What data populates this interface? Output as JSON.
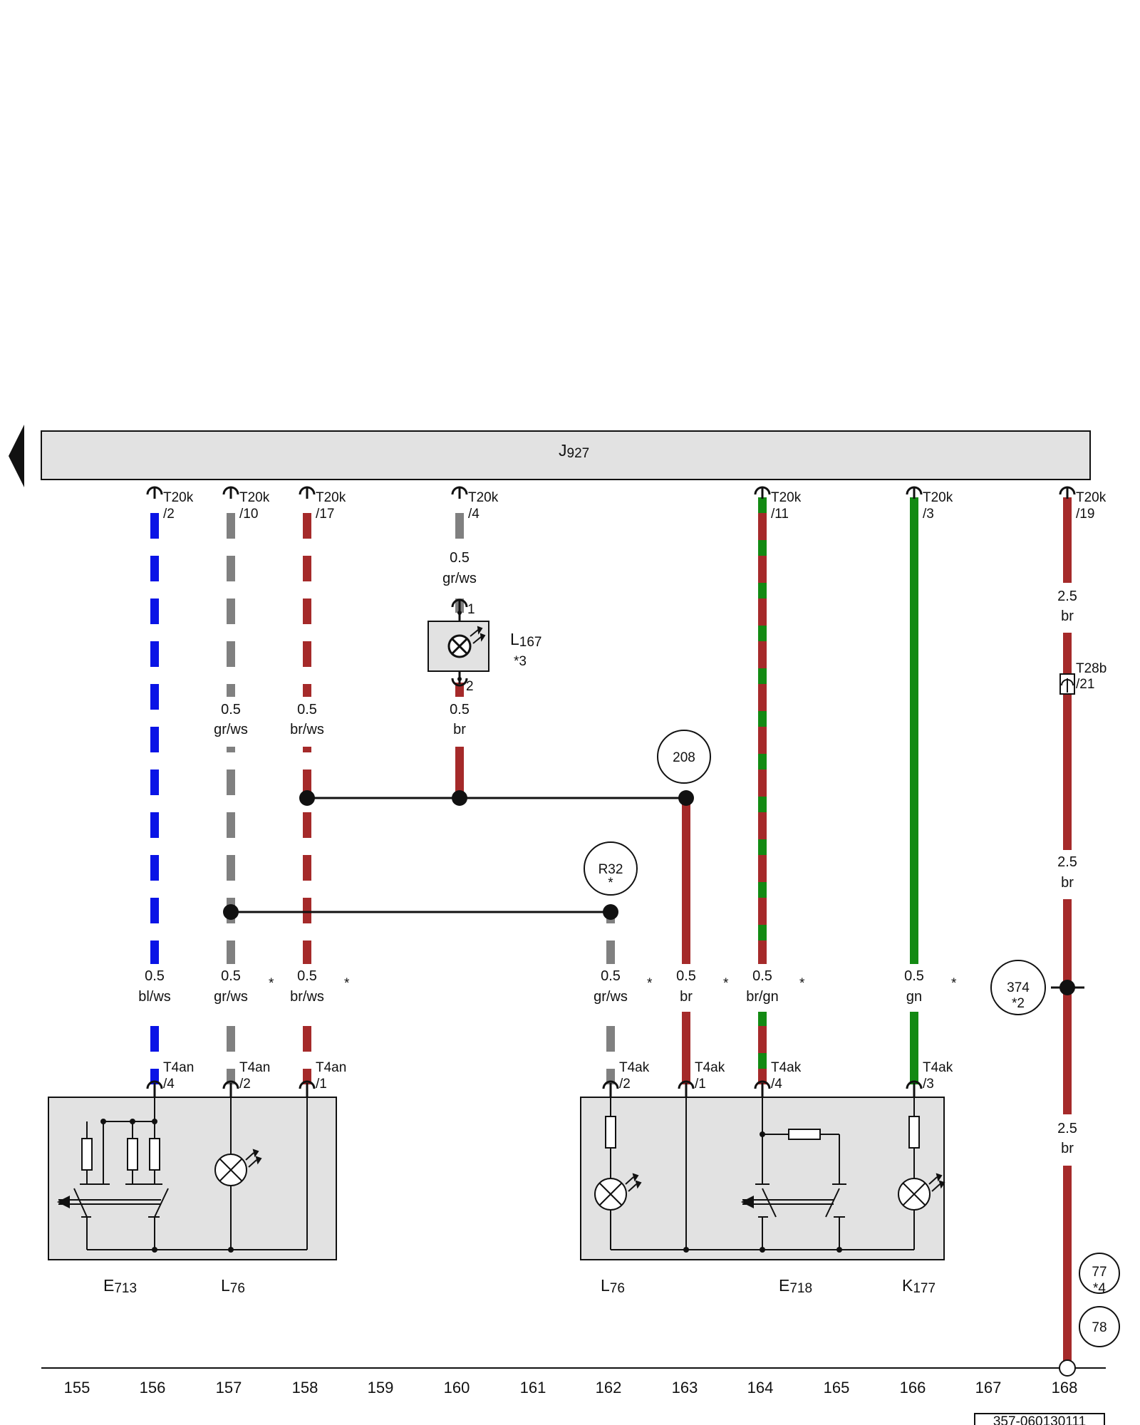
{
  "control_unit": {
    "letter": "J",
    "number": "927"
  },
  "wire_colors": {
    "bl": "#0a14e6",
    "gr": "#808080",
    "br": "#a52a2a",
    "gn": "#138a13",
    "ws": "#ffffff"
  },
  "j927_connectors": [
    {
      "name": "T20k",
      "pin": "/2"
    },
    {
      "name": "T20k",
      "pin": "/10"
    },
    {
      "name": "T20k",
      "pin": "/17"
    },
    {
      "name": "T20k",
      "pin": "/4"
    },
    {
      "name": "T20k",
      "pin": "/11"
    },
    {
      "name": "T20k",
      "pin": "/3"
    },
    {
      "name": "T20k",
      "pin": "/19"
    }
  ],
  "wire_labels": [
    {
      "size": "0.5",
      "color": "gr/ws"
    },
    {
      "size": "2.5",
      "color": "br"
    },
    {
      "size": "0.5",
      "color": "gr/ws"
    },
    {
      "size": "0.5",
      "color": "br/ws"
    },
    {
      "size": "0.5",
      "color": "br"
    },
    {
      "size": "2.5",
      "color": "br"
    },
    {
      "size": "0.5",
      "color": "bl/ws"
    },
    {
      "size": "0.5",
      "color": "gr/ws"
    },
    {
      "size": "0.5",
      "color": "br/ws"
    },
    {
      "size": "0.5",
      "color": "gr/ws"
    },
    {
      "size": "0.5",
      "color": "br"
    },
    {
      "size": "0.5",
      "color": "br/gn"
    },
    {
      "size": "0.5",
      "color": "gn"
    },
    {
      "size": "2.5",
      "color": "br"
    }
  ],
  "asterisk": "*",
  "l167": {
    "letter": "L",
    "number": "167",
    "note": "*3",
    "pin_top": "1",
    "pin_bottom": "2"
  },
  "t28b": {
    "name": "T28b",
    "pin": "/21"
  },
  "refs": {
    "r208": "208",
    "r32": {
      "label": "R32",
      "note": "*"
    },
    "r374": {
      "label": "374",
      "note": "*2"
    },
    "r77": {
      "label": "77",
      "note": "*4"
    },
    "r78": "78"
  },
  "lower_connectors": [
    {
      "name": "T4an",
      "pin": "/4"
    },
    {
      "name": "T4an",
      "pin": "/2"
    },
    {
      "name": "T4an",
      "pin": "/1"
    },
    {
      "name": "T4ak",
      "pin": "/2"
    },
    {
      "name": "T4ak",
      "pin": "/1"
    },
    {
      "name": "T4ak",
      "pin": "/4"
    },
    {
      "name": "T4ak",
      "pin": "/3"
    }
  ],
  "components": [
    {
      "letter": "E",
      "number": "713"
    },
    {
      "letter": "L",
      "number": "76"
    },
    {
      "letter": "L",
      "number": "76"
    },
    {
      "letter": "E",
      "number": "718"
    },
    {
      "letter": "K",
      "number": "177"
    }
  ],
  "grid_numbers": [
    "155",
    "156",
    "157",
    "158",
    "159",
    "160",
    "161",
    "162",
    "163",
    "164",
    "165",
    "166",
    "167",
    "168"
  ],
  "diagram_id": "357-060130111"
}
